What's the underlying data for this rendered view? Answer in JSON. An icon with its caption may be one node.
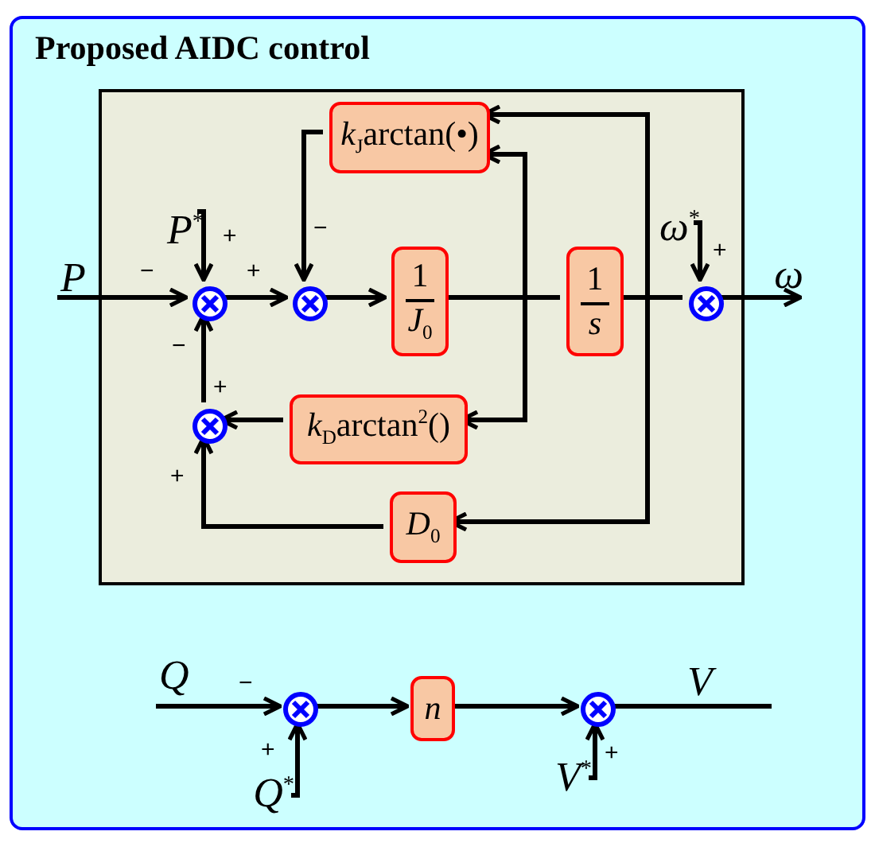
{
  "diagram": {
    "nodes": [
      {
        "text": [
          "Proposed AIDC control"
        ]
      },
      {
        "text": [],
        "shape": "box",
        "in": 0
      },
      {
        "text": [
          "P"
        ],
        "in": 0
      },
      {
        "text": [
          "P$^{*}$"
        ],
        "in": 1
      },
      {
        "text": [],
        "shape": "circle",
        "in": 1
      },
      {
        "text": [],
        "shape": "circle",
        "in": 1
      },
      {
        "text": [
          "*k*$_{J}$arctan(•)"
        ],
        "in": 1
      },
      {
        "text": [
          "1",
          "*J*$_{0}$"
        ],
        "in": 1
      },
      {
        "text": [
          "1",
          "s"
        ],
        "in": 1
      },
      {
        "text": [],
        "shape": "circle",
        "in": 1
      },
      {
        "text": [
          "ω$^{*}$"
        ],
        "in": 1
      },
      {
        "text": [
          "ω"
        ],
        "in": 0
      },
      {
        "text": [],
        "shape": "circle",
        "in": 1
      },
      {
        "text": [
          "*k*$_{D}$arctan$^{2}$()"
        ],
        "in": 1
      },
      {
        "text": [
          "*D*$_{0}$"
        ],
        "in": 1
      },
      {
        "text": [
          "Q"
        ],
        "in": 0
      },
      {
        "text": [],
        "shape": "circle",
        "in": 0
      },
      {
        "text": [
          "Q$^{*}$"
        ],
        "in": 0
      },
      {
        "text": [
          "n"
        ],
        "in": 0
      },
      {
        "text": [],
        "shape": "circle",
        "in": 0
      },
      {
        "text": [
          "V$^{*}$"
        ],
        "in": 0
      },
      {
        "text": [
          "V"
        ],
        "in": 0
      }
    ],
    "edges": [
      {
        "from": 2,
        "to": 4,
        "arrow": "to"
      },
      {
        "from": 3,
        "to": 4,
        "arrow": "to"
      },
      {
        "from": 4,
        "to": 5,
        "arrow": "to"
      },
      {
        "from": 5,
        "to": 7,
        "arrow": "to"
      },
      {
        "from": 7,
        "to": 8,
        "arrow": "none"
      },
      {
        "from": 7,
        "to": 6,
        "arrow": "to"
      },
      {
        "from": 7,
        "to": 13,
        "arrow": "to"
      },
      {
        "from": 8,
        "to": 9,
        "arrow": "none"
      },
      {
        "from": 8,
        "to": 6,
        "arrow": "to"
      },
      {
        "from": 8,
        "to": 14,
        "arrow": "to"
      },
      {
        "from": 6,
        "to": 5,
        "arrow": "to"
      },
      {
        "from": 10,
        "to": 9,
        "arrow": "to"
      },
      {
        "from": 9,
        "to": 11,
        "arrow": "to"
      },
      {
        "from": 13,
        "to": 12,
        "arrow": "to"
      },
      {
        "from": 14,
        "to": 12,
        "arrow": "to"
      },
      {
        "from": 12,
        "to": 4,
        "arrow": "to"
      },
      {
        "from": 15,
        "to": 16,
        "arrow": "to"
      },
      {
        "from": 17,
        "to": 16,
        "arrow": "to"
      },
      {
        "from": 16,
        "to": 18,
        "arrow": "to"
      },
      {
        "from": 18,
        "to": 19,
        "arrow": "to"
      },
      {
        "from": 20,
        "to": 19,
        "arrow": "to"
      },
      {
        "from": 19,
        "to": 21,
        "arrow": "none"
      }
    ],
    "labels": [
      "−",
      "+",
      "+",
      "−",
      "+",
      "−",
      "+",
      "+",
      "−",
      "+",
      "+"
    ]
  }
}
